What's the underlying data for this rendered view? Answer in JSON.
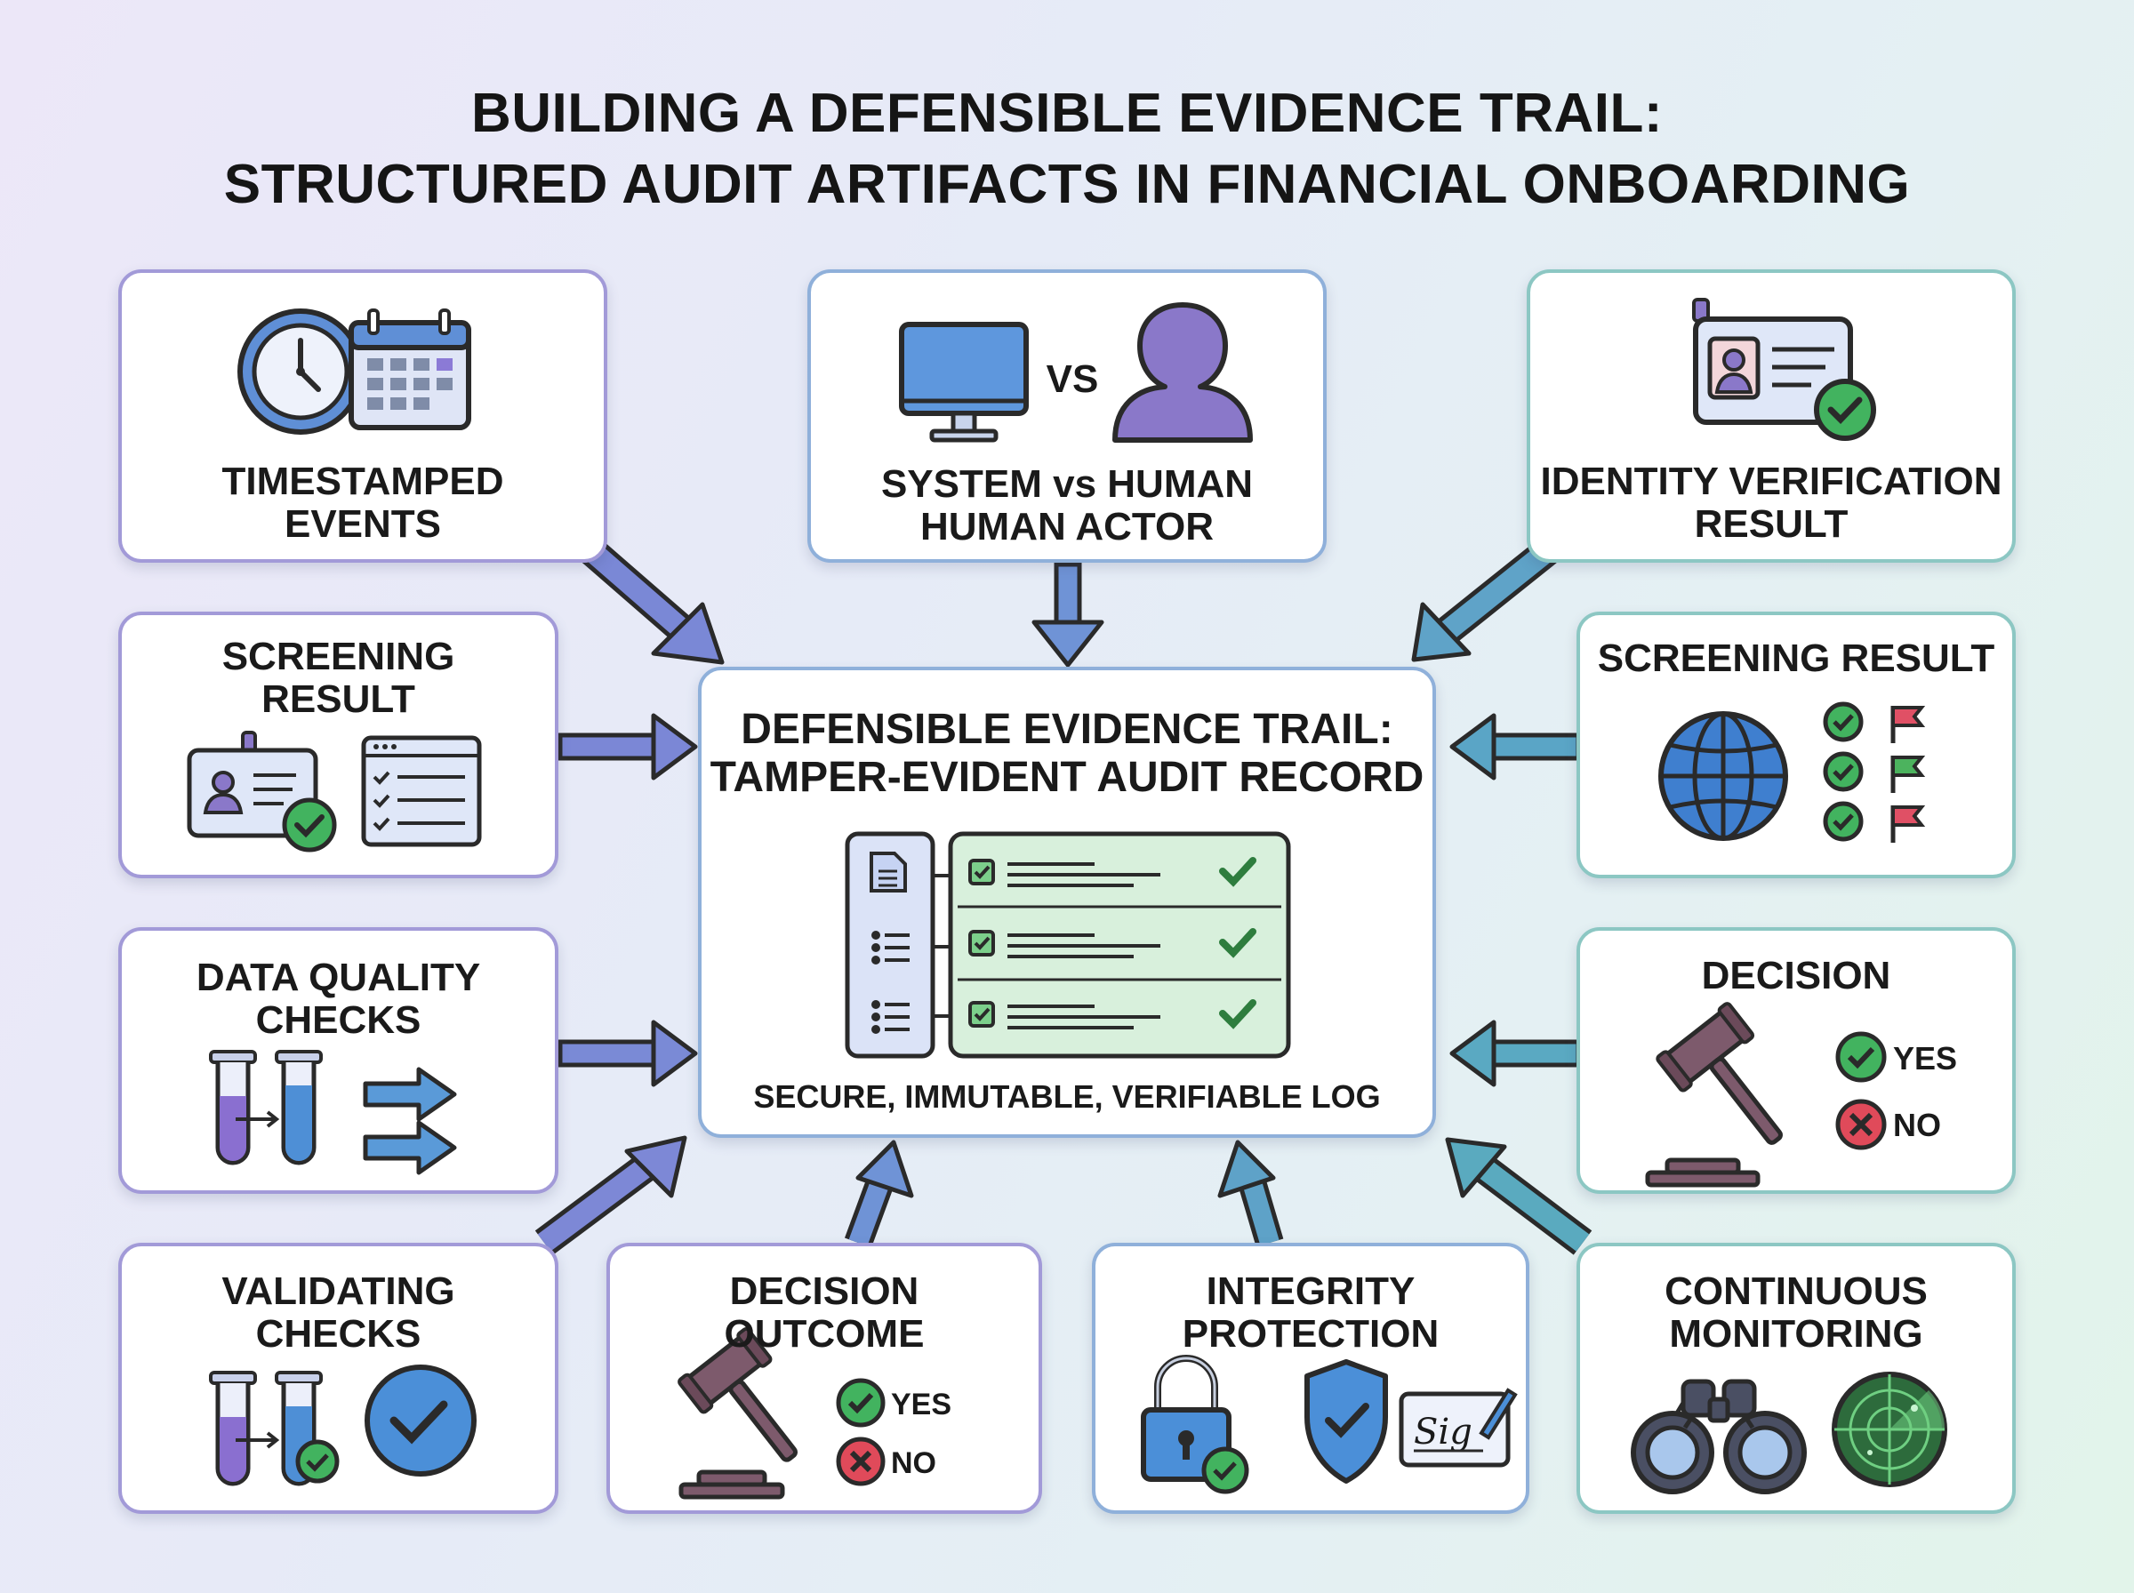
{
  "title": {
    "line1": "BUILDING A DEFENSIBLE EVIDENCE TRAIL:",
    "line2": "STRUCTURED AUDIT ARTIFACTS IN FINANCIAL ONBOARDING"
  },
  "center": {
    "line1": "DEFENSIBLE EVIDENCE TRAIL:",
    "line2": "TAMPER-EVIDENT AUDIT RECORD",
    "caption": "SECURE, IMMUTABLE, VERIFIABLE LOG"
  },
  "nodes": {
    "timestamped": {
      "line1": "TIMESTAMPED",
      "line2": "EVENTS",
      "icons": [
        "clock-icon",
        "calendar-icon"
      ]
    },
    "system_human": {
      "line1": "SYSTEM vs HUMAN",
      "line2": "HUMAN ACTOR",
      "vs": "VS",
      "icons": [
        "monitor-icon",
        "person-icon"
      ]
    },
    "identity": {
      "line1": "IDENTITY VERIFICATION",
      "line2": "RESULT",
      "icons": [
        "id-badge-check-icon"
      ]
    },
    "screening_left": {
      "line1": "SCREENING",
      "line2": "RESULT",
      "icons": [
        "id-card-check-icon",
        "checklist-window-icon"
      ]
    },
    "screening_right": {
      "line1": "SCREENING RESULT",
      "icons": [
        "globe-icon",
        "check-icon",
        "flag-icon"
      ]
    },
    "data_quality": {
      "line1": "DATA QUALITY",
      "line2": "CHECKS",
      "icons": [
        "test-tubes-icon",
        "arrows-icon"
      ]
    },
    "decision": {
      "line1": "DECISION",
      "yes": "YES",
      "no": "NO",
      "icons": [
        "gavel-icon",
        "check-icon",
        "cross-icon"
      ]
    },
    "validating": {
      "line1": "VALIDATING",
      "line2": "CHECKS",
      "icons": [
        "test-tubes-icon",
        "check-circle-icon"
      ]
    },
    "decision_outcome": {
      "line1": "DECISION",
      "line2": "OUTCOME",
      "yes": "YES",
      "no": "NO",
      "icons": [
        "gavel-icon",
        "check-icon",
        "cross-icon"
      ]
    },
    "integrity": {
      "line1": "INTEGRITY",
      "line2": "PROTECTION",
      "signature": "Sig",
      "icons": [
        "padlock-icon",
        "shield-icon",
        "signature-icon"
      ]
    },
    "monitoring": {
      "line1": "CONTINUOUS",
      "line2": "MONITORING",
      "icons": [
        "binoculars-icon",
        "radar-icon"
      ]
    }
  },
  "colors": {
    "purple": "#7b6cc9",
    "blue": "#5b8fd1",
    "teal": "#4fa7b3",
    "green": "#3dad5c",
    "red": "#e04a5a",
    "ink": "#2a2a2a"
  }
}
